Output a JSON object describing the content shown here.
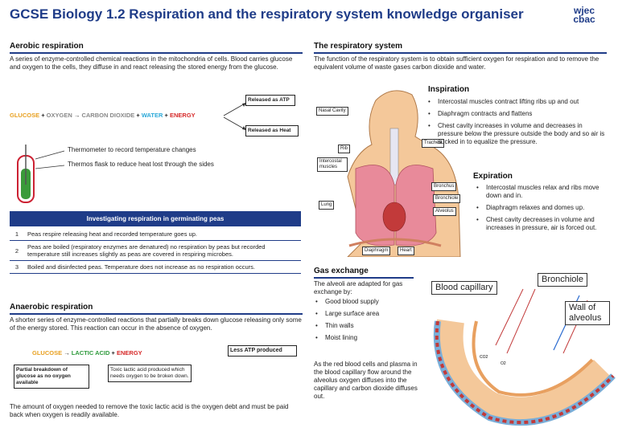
{
  "title": "GCSE Biology 1.2 Respiration and the respiratory system knowledge organiser",
  "logo": {
    "line1": "wjec",
    "line2": "cbac"
  },
  "aerobic": {
    "header": "Aerobic respiration",
    "text": "A series of enzyme-controlled chemical reactions in the mitochondria of cells. Blood carries glucose and oxygen to the cells, they diffuse in and react releasing the stored energy from the glucose.",
    "eq_glucose": "GLUCOSE",
    "eq_plus1": "+",
    "eq_oxygen": "OXYGEN",
    "eq_arrow": "→",
    "eq_co2": "CARBON DIOXIDE",
    "eq_plus2": "+",
    "eq_water": "WATER",
    "eq_plus3": "+",
    "eq_energy": "ENERGY",
    "released_atp": "Released as ATP",
    "released_heat": "Released as Heat",
    "thermometer_note": "Thermometer to record temperature changes",
    "thermos_note": "Thermos flask to reduce heat lost through the sides"
  },
  "investigation": {
    "header": "Investigating respiration in germinating peas",
    "rows": [
      {
        "n": "1",
        "text": "Peas respire releasing heat and recorded temperature goes up."
      },
      {
        "n": "2",
        "text": "Peas are boiled (respiratory enzymes are denatured) no respiration by peas but recorded temperature still increases slightly as peas are covered in respiring microbes."
      },
      {
        "n": "3",
        "text": "Boiled and disinfected peas. Temperature does not increase as no respiration occurs."
      }
    ]
  },
  "anaerobic": {
    "header": "Anaerobic respiration",
    "text": "A shorter series of enzyme-controlled reactions that partially breaks down glucose releasing only some of the energy stored. This reaction can occur in the absence of oxygen.",
    "eq_glucose": "GLUCOSE",
    "eq_arrow": "→",
    "eq_lactic": "LACTIC ACID",
    "eq_plus": "+",
    "eq_energy": "ENERGY",
    "less_atp": "Less ATP produced",
    "partial": "Partial breakdown of glucose as no oxygen available",
    "toxic": "Toxic lactic acid produced which needs oxygen to be broken down.",
    "debt": "The amount of oxygen needed to remove the toxic lactic acid is the oxygen debt and must be paid back when oxygen is readily available."
  },
  "respiratory": {
    "header": "The respiratory system",
    "text": "The function of the respiratory system is to obtain sufficient oxygen for respiration and to remove the equivalent volume of waste gases carbon dioxide and water.",
    "labels": {
      "nasal": "Nasal Cavity",
      "rib": "Rib",
      "intercostal": "Intercostal muscles",
      "lung": "Lung",
      "trachea": "Trachea",
      "bronchus": "Bronchus",
      "bronchiole": "Bronchiole",
      "alveolus": "Alveolus",
      "diaphragm": "Diaphragm",
      "heart": "Heart"
    }
  },
  "inspiration": {
    "header": "Inspiration",
    "items": [
      "Intercostal muscles contract lifting ribs up and out",
      "Diaphragm contracts and flattens",
      "Chest cavity increases in volume and decreases in pressure below the pressure outside the body and so air is sucked in to equalize the pressure."
    ]
  },
  "expiration": {
    "header": "Expiration",
    "items": [
      "Intercostal muscles relax and ribs move down and in.",
      "Diaphragm relaxes and domes up.",
      "Chest cavity decreases in volume and increases in pressure, air is forced out."
    ]
  },
  "gas": {
    "header": "Gas exchange",
    "intro": "The alveoli are adapted for gas exchange by:",
    "items": [
      "Good blood supply",
      "Large surface area",
      "Thin walls",
      "Moist lining"
    ],
    "text": "As the red blood cells and plasma in the blood capillary flow around the alveolus oxygen diffuses into the capillary and carbon dioxide diffuses out.",
    "blood_capillary": "Blood capillary",
    "bronchiole": "Bronchiole",
    "wall": "Wall of alveolus",
    "co2": "CO2",
    "o2": "O2"
  },
  "colors": {
    "brand": "#1f3c88",
    "glucose": "#e8a020",
    "oxygen": "#888888",
    "co2": "#888888",
    "water": "#2aa8d8",
    "energy": "#d62828",
    "lactic": "#2e9a3c"
  }
}
